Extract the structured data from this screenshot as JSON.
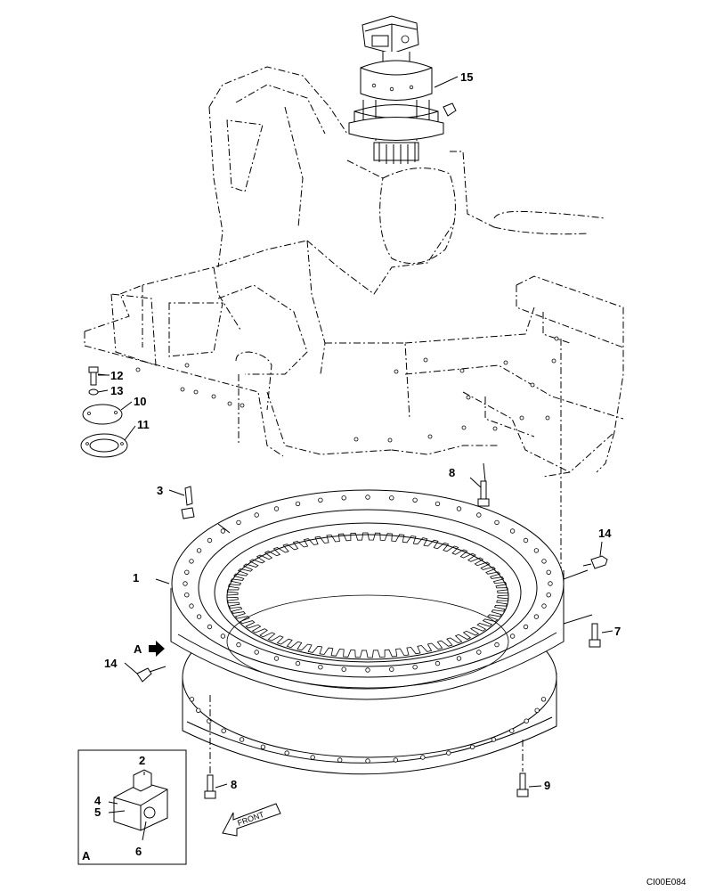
{
  "callouts": {
    "c1": "1",
    "c2": "2",
    "c3": "3",
    "c4": "4",
    "c5": "5",
    "c6": "6",
    "c7": "7",
    "c8a": "8",
    "c8b": "8",
    "c9": "9",
    "c10": "10",
    "c11": "11",
    "c12": "12",
    "c13": "13",
    "c14a": "14",
    "c14b": "14",
    "c15": "15"
  },
  "view_marker": "A",
  "detail_view_label": "A",
  "front_label": "FRONT",
  "figure_id": "CI00E084"
}
